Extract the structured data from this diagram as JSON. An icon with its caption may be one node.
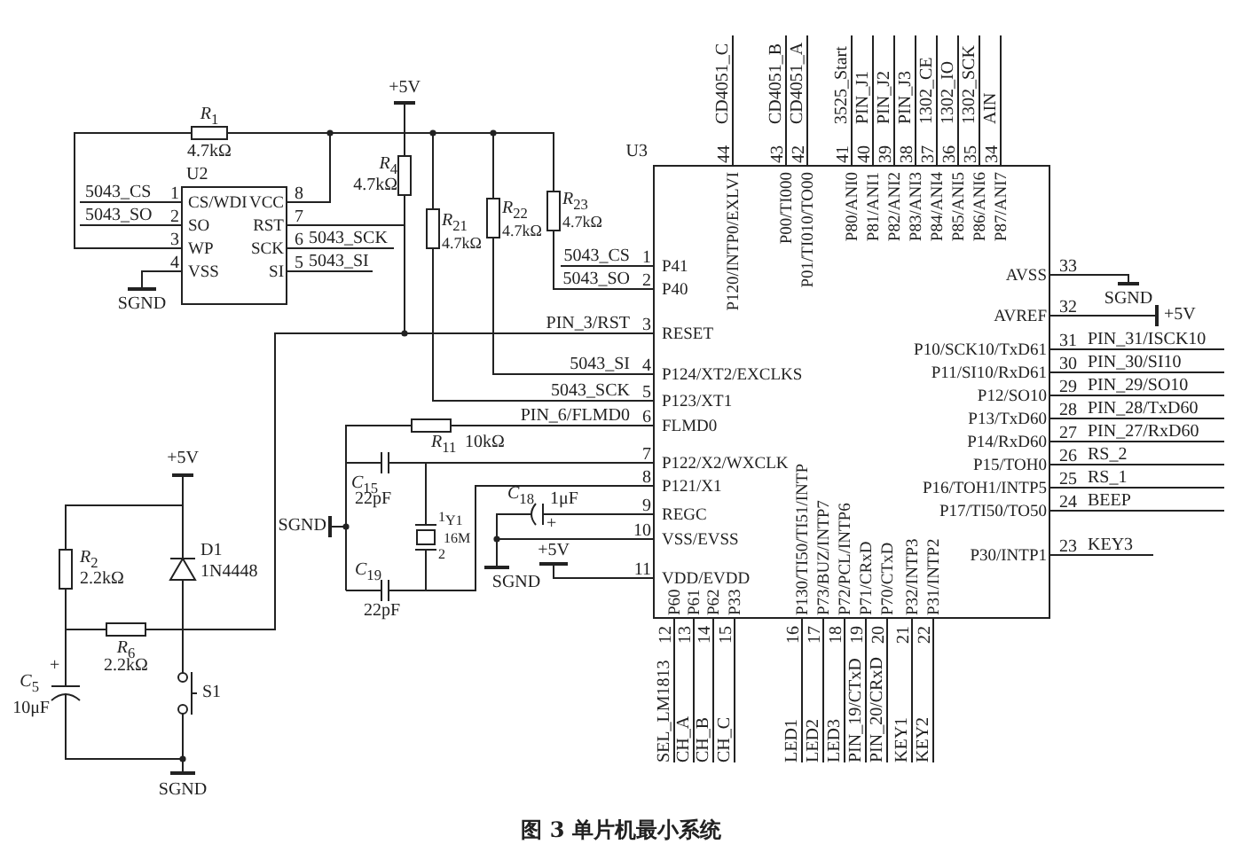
{
  "diagram": {
    "caption": "图 3 单片机最小系统",
    "nodes": [
      {
        "text": [
          "U2",
          "CS/WDI",
          "SO",
          "WP",
          "VSS",
          "VCC",
          "RST",
          "SCK",
          "SI"
        ],
        "beside": [
          "1",
          "2",
          "3",
          "4",
          "8",
          "7",
          "6",
          "5"
        ]
      },
      {
        "text": [
          "U3",
          "P41",
          "P40",
          "RESET",
          "P124/XT2/EXCLKS",
          "P123/XT1",
          "FLMD0",
          "P122/X2/WXCLK",
          "P121/X1",
          "REGC",
          "VSS/EVSS",
          "VDD/EVDD",
          "AVSS",
          "AVREF",
          "P10/SCK10/TxD61",
          "P11/SI10/RxD61",
          "P12/SO10",
          "P13/TxD60",
          "P14/RxD60",
          "P15/TOH0",
          "P16/TOH1/INTP5",
          "P17/TI50/TO50",
          "P30/INTP1",
          "P120/INTP0/EXLVI",
          "P00/TI000",
          "P01/TI010/TO00",
          "P80/ANI0",
          "P81/ANI1",
          "P82/ANI2",
          "P83/ANI3",
          "P84/ANI4",
          "P85/ANI5",
          "P86/ANI6",
          "P87/ANI7",
          "P60",
          "P61",
          "P62",
          "P33",
          "P130/TI50/TI51/INTP",
          "P73/BUZ/INTP7",
          "P72/PCL/INTP6",
          "P71/CRxD",
          "P70/CTxD",
          "P32/INTP3",
          "P31/INTP2"
        ],
        "beside": [
          "44",
          "43",
          "42",
          "41",
          "40",
          "39",
          "38",
          "37",
          "36",
          "35",
          "34",
          "1",
          "2",
          "3",
          "4",
          "5",
          "6",
          "7",
          "8",
          "9",
          "10",
          "11",
          "33",
          "32",
          "31",
          "30",
          "29",
          "28",
          "27",
          "26",
          "25",
          "24",
          "23",
          "12",
          "13",
          "14",
          "15",
          "16",
          "17",
          "18",
          "19",
          "20",
          "21",
          "22"
        ]
      },
      {
        "text": [
          "*R*$_{1}$",
          "4.7kΩ"
        ]
      },
      {
        "text": [
          "*R*$_{4}$",
          "4.7kΩ"
        ]
      },
      {
        "text": [
          "*R*$_{21}$",
          "4.7kΩ"
        ]
      },
      {
        "text": [
          "*R*$_{22}$",
          "4.7kΩ"
        ]
      },
      {
        "text": [
          "*R*$_{23}$",
          "4.7kΩ"
        ]
      },
      {
        "text": [
          "*R*$_{2}$",
          "2.2kΩ"
        ]
      },
      {
        "text": [
          "D1",
          "1N4448"
        ]
      },
      {
        "text": [
          "*R*$_{6}$",
          "2.2kΩ"
        ]
      },
      {
        "text": [
          "*C*$_{5}$",
          "10μF",
          "+"
        ]
      },
      {
        "text": [
          "S1"
        ]
      },
      {
        "text": [
          "*R*$_{11}$",
          "10kΩ"
        ]
      },
      {
        "text": [
          "*C*$_{15}$",
          "22pF"
        ]
      },
      {
        "text": [
          "1",
          "Y1",
          "16M",
          "2"
        ]
      },
      {
        "text": [
          "*C*$_{19}$",
          "22pF"
        ]
      },
      {
        "text": [
          "*C*$_{18}$",
          "1μF",
          "+"
        ]
      }
    ],
    "edges": [
      {
        "from": 0,
        "to": 2,
        "arrow": "none"
      },
      {
        "from": 2,
        "to": 0,
        "arrow": "none"
      },
      {
        "from": 2,
        "to": 3,
        "arrow": "none"
      },
      {
        "from": 0,
        "to": 3,
        "arrow": "none"
      },
      {
        "from": 3,
        "to": 1,
        "arrow": "none"
      },
      {
        "from": 3,
        "to": 4,
        "arrow": "none"
      },
      {
        "from": 4,
        "to": 5,
        "arrow": "none"
      },
      {
        "from": 5,
        "to": 6,
        "arrow": "none"
      },
      {
        "from": 4,
        "to": 1,
        "arrow": "none"
      },
      {
        "from": 5,
        "to": 1,
        "arrow": "none"
      },
      {
        "from": 6,
        "to": 1,
        "arrow": "none"
      },
      {
        "from": 1,
        "to": 8,
        "arrow": "none"
      },
      {
        "from": 7,
        "to": 8,
        "arrow": "none"
      },
      {
        "from": 7,
        "to": 9,
        "arrow": "none"
      },
      {
        "from": 9,
        "to": 8,
        "arrow": "none"
      },
      {
        "from": 8,
        "to": 11,
        "arrow": "none"
      },
      {
        "from": 7,
        "to": 10,
        "arrow": "none"
      },
      {
        "from": 10,
        "to": 11,
        "arrow": "none"
      },
      {
        "from": 12,
        "to": 1,
        "arrow": "none"
      },
      {
        "from": 12,
        "to": 13,
        "arrow": "none"
      },
      {
        "from": 13,
        "to": 15,
        "arrow": "none"
      },
      {
        "from": 13,
        "to": 14,
        "arrow": "none"
      },
      {
        "from": 13,
        "to": 1,
        "arrow": "none"
      },
      {
        "from": 14,
        "to": 15,
        "arrow": "none"
      },
      {
        "from": 15,
        "to": 1,
        "arrow": "none"
      },
      {
        "from": 16,
        "to": 1,
        "arrow": "none"
      }
    ],
    "labels": [
      "+5V",
      "5043_CS",
      "5043_SO",
      "5043_SCK",
      "5043_SI",
      "SGND",
      "CD4051_C",
      "CD4051_B",
      "CD4051_A",
      "3525_Start",
      "PIN_J1",
      "PIN_J2",
      "PIN_J3",
      "1302_CE",
      "1302_IO",
      "1302_SCK",
      "AIN",
      "5043_CS",
      "5043_SO",
      "PIN_3/RST",
      "5043_SI",
      "5043_SCK",
      "PIN_6/FLMD0",
      "SGND",
      "+5V",
      "PIN_31/ISCK10",
      "PIN_30/SI10",
      "PIN_29/SO10",
      "PIN_28/TxD60",
      "PIN_27/RxD60",
      "RS_2",
      "RS_1",
      "BEEP",
      "KEY3",
      "+5V",
      "SGND",
      "SGND",
      "+5V",
      "SEL_LM1813",
      "CH_A",
      "CH_B",
      "CH_C",
      "LED1",
      "LED2",
      "LED3",
      "PIN_19/CTxD",
      "PIN_20/CRxD",
      "KEY1",
      "KEY2",
      "SGND"
    ]
  }
}
